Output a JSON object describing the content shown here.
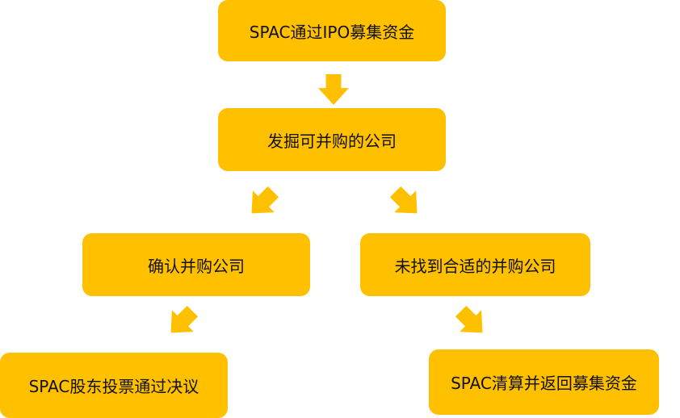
{
  "diagram": {
    "nodes": [
      {
        "id": "n1",
        "label": "SPAC通过IPO募集资金"
      },
      {
        "id": "n2",
        "label": "发掘可并购的公司"
      },
      {
        "id": "n3",
        "label": "确认并购公司"
      },
      {
        "id": "n4",
        "label": "未找到合适的并购公司"
      },
      {
        "id": "n5",
        "label": "SPAC股东投票通过决议"
      },
      {
        "id": "n6",
        "label": "SPAC清算并返回募集资金"
      }
    ],
    "edges": [
      {
        "from": "n1",
        "to": "n2"
      },
      {
        "from": "n2",
        "to": "n3"
      },
      {
        "from": "n2",
        "to": "n4"
      },
      {
        "from": "n3",
        "to": "n5"
      },
      {
        "from": "n4",
        "to": "n6"
      }
    ]
  },
  "colors": {
    "box_fill": "#FFC000",
    "arrow_fill": "#FFC000",
    "text": "#111111",
    "background": "#FFFFFF"
  },
  "icons": {
    "arrow": "arrow-down-icon"
  }
}
